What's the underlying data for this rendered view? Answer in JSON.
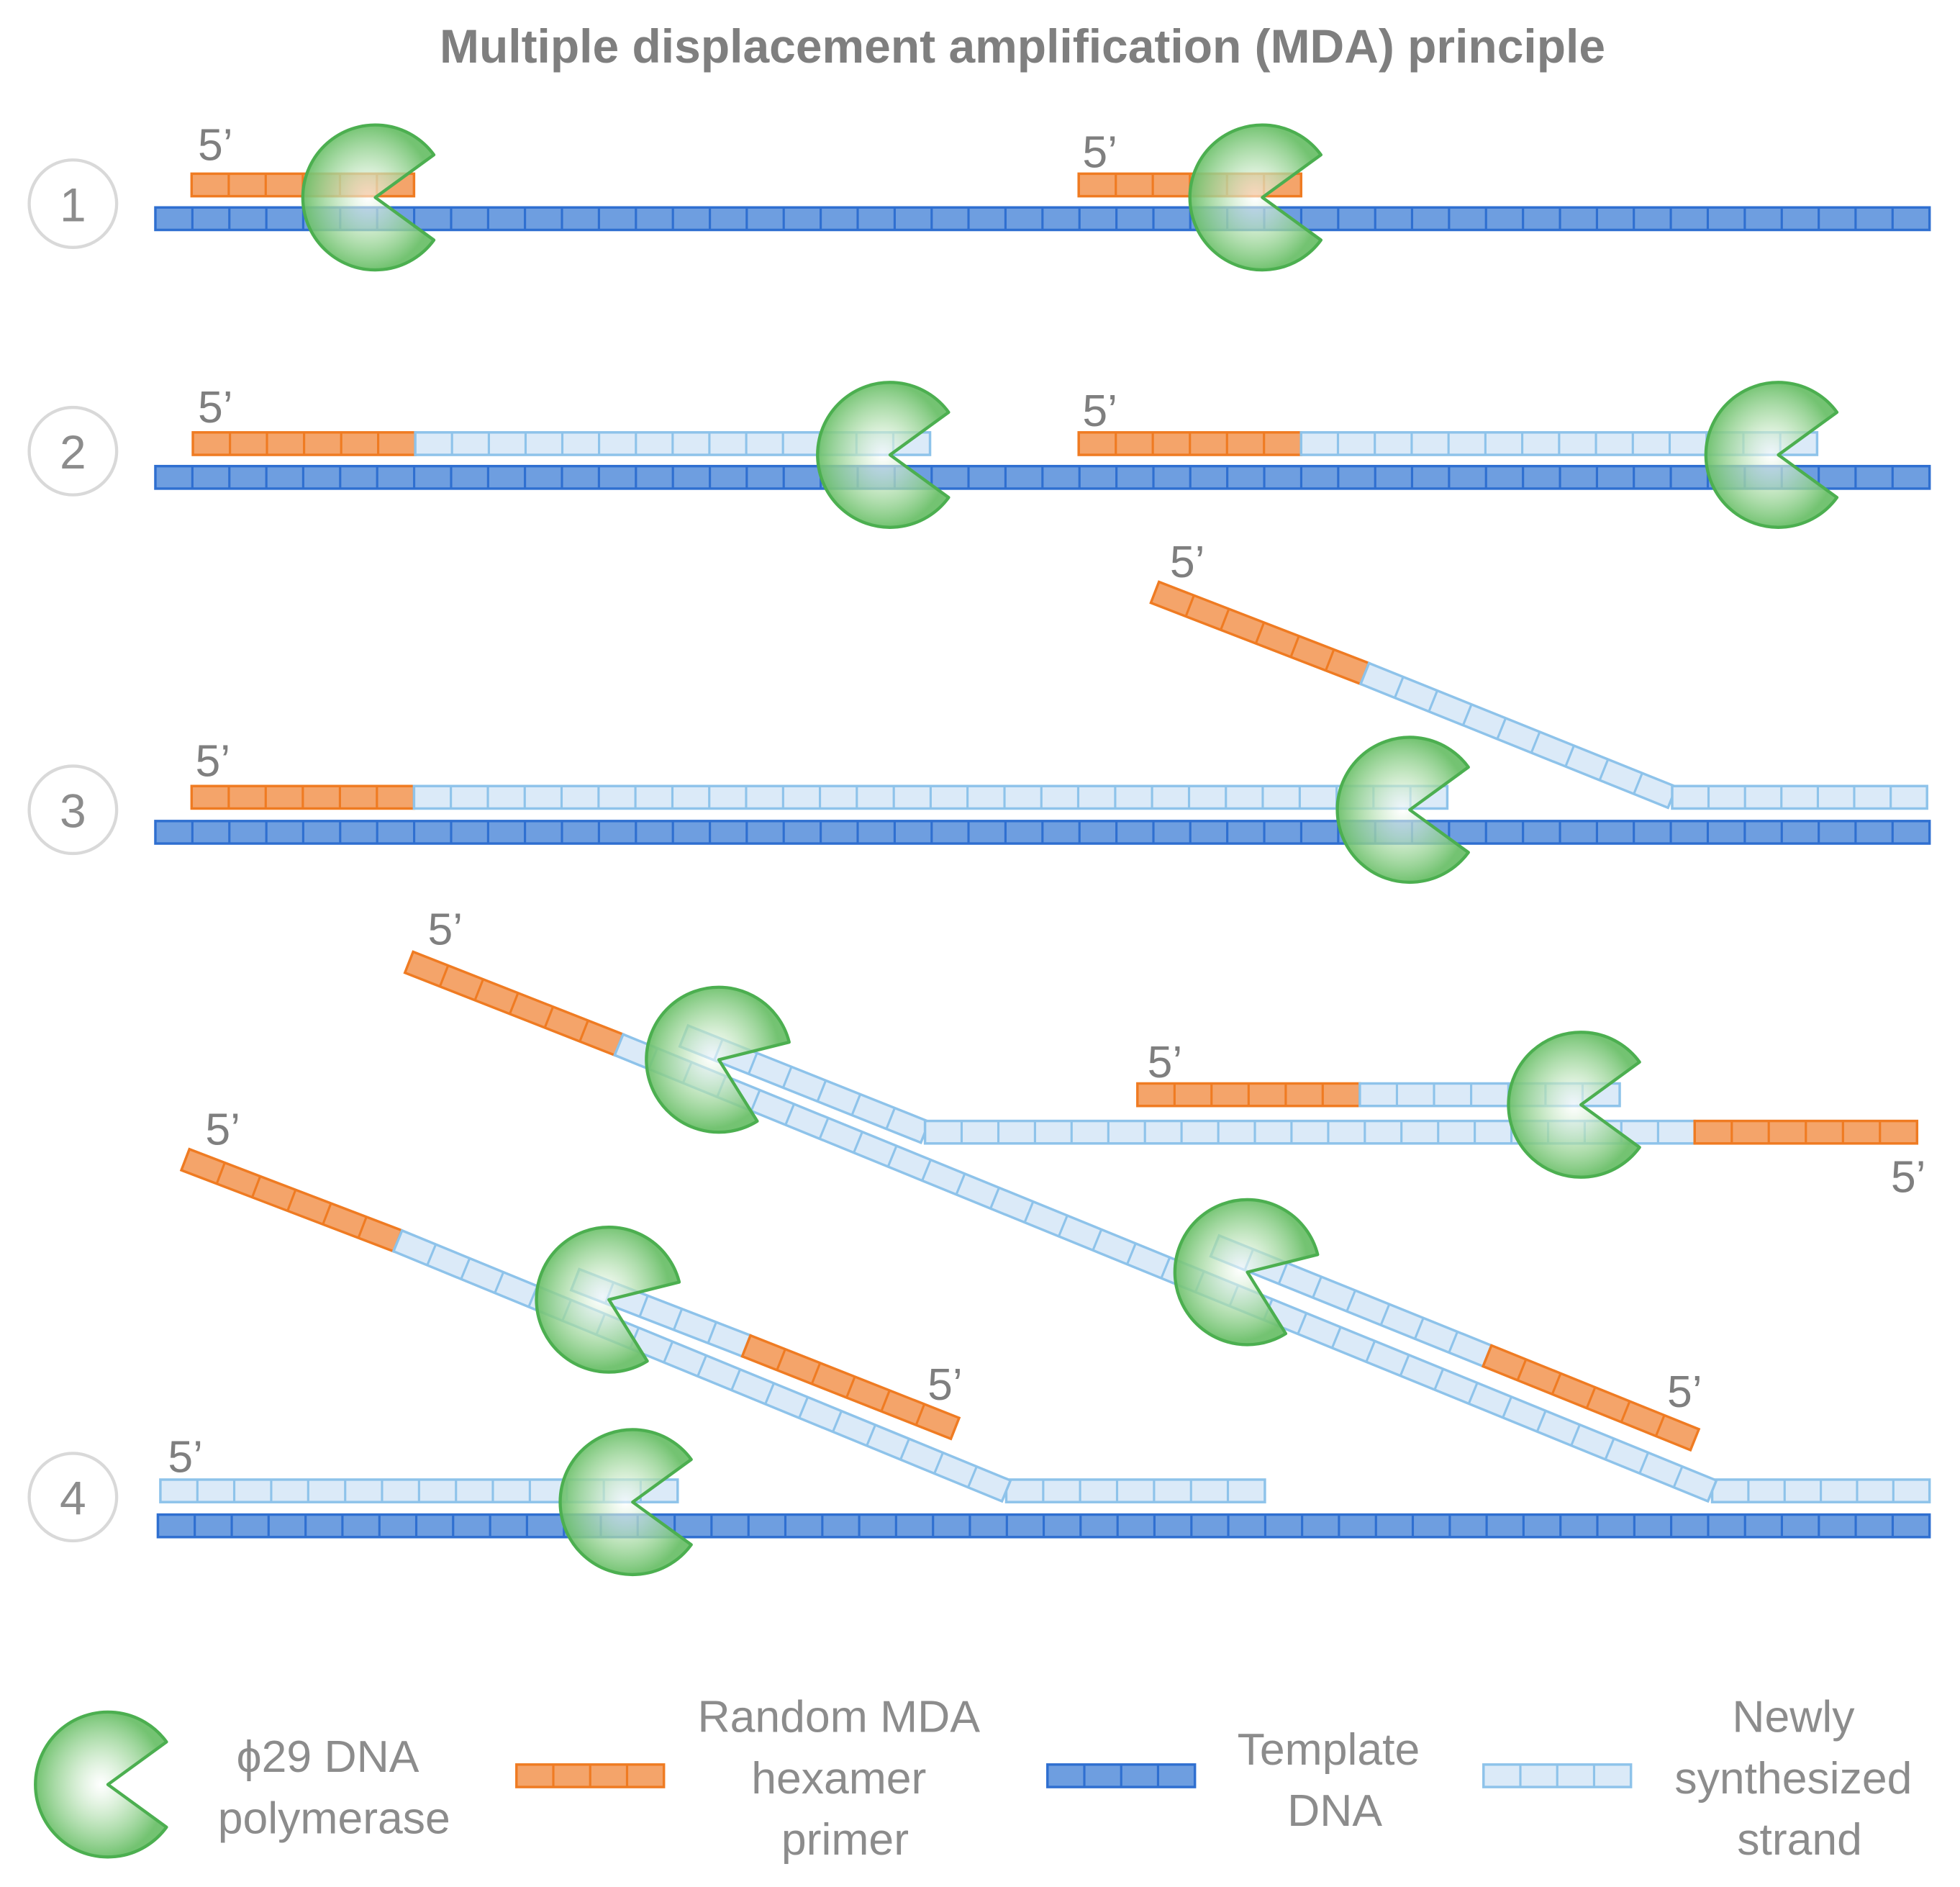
{
  "title": "Multiple displacement amplification (MDA) principle",
  "five_prime": "5’",
  "steps": [
    {
      "number": "1"
    },
    {
      "number": "2"
    },
    {
      "number": "3"
    },
    {
      "number": "4"
    }
  ],
  "legend": {
    "polymerase": [
      "ϕ29 DNA",
      "polymerase"
    ],
    "primer": [
      "Random MDA",
      "hexamer",
      "primer"
    ],
    "template": [
      "Template",
      "DNA"
    ],
    "new_strand": [
      "Newly",
      "synthesized",
      "strand"
    ]
  },
  "colors": {
    "title": "#7f7f7f",
    "label": "#7f7f7f",
    "step_circle": "#d9d9d9",
    "primer_fill": "#f4a46a",
    "primer_stroke": "#ef7b22",
    "template_fill": "#6e9ee0",
    "template_stroke": "#2f6fd0",
    "new_fill": "#dbeaf8",
    "new_stroke": "#8ec3ea",
    "polymerase_fill": "#7bc67a",
    "polymerase_stroke": "#4caf50",
    "polymerase_center": "#f2fbf2"
  }
}
